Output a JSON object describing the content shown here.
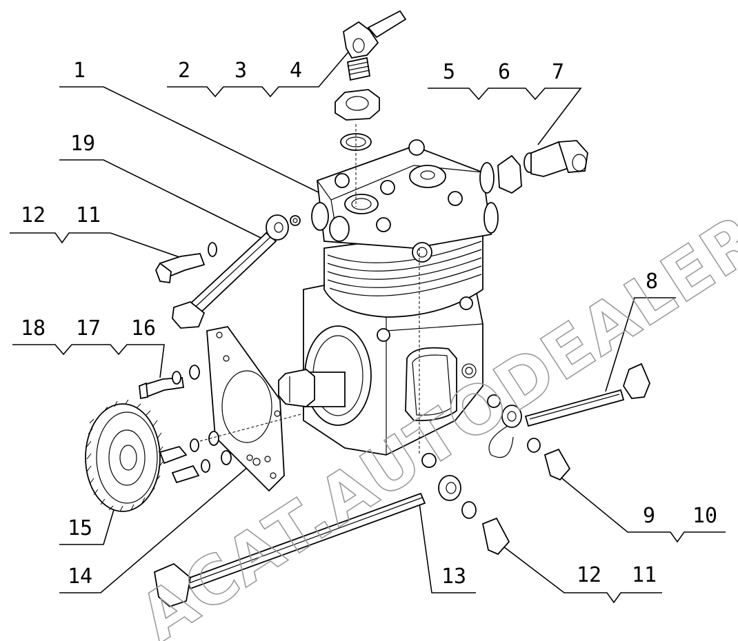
{
  "watermark": {
    "text": "ACAT.AUTODEALER.RU"
  },
  "callouts": [
    {
      "id": "1",
      "text": "1"
    },
    {
      "id": "2",
      "text": "2"
    },
    {
      "id": "3",
      "text": "3"
    },
    {
      "id": "4",
      "text": "4"
    },
    {
      "id": "5",
      "text": "5"
    },
    {
      "id": "6",
      "text": "6"
    },
    {
      "id": "7",
      "text": "7"
    },
    {
      "id": "8",
      "text": "8"
    },
    {
      "id": "9",
      "text": "9"
    },
    {
      "id": "10",
      "text": "10"
    },
    {
      "id": "11a",
      "text": "11"
    },
    {
      "id": "12a",
      "text": "12"
    },
    {
      "id": "11b",
      "text": "11"
    },
    {
      "id": "12b",
      "text": "12"
    },
    {
      "id": "13",
      "text": "13"
    },
    {
      "id": "14",
      "text": "14"
    },
    {
      "id": "15",
      "text": "15"
    },
    {
      "id": "16",
      "text": "16"
    },
    {
      "id": "17",
      "text": "17"
    },
    {
      "id": "18",
      "text": "18"
    },
    {
      "id": "19",
      "text": "19"
    }
  ]
}
